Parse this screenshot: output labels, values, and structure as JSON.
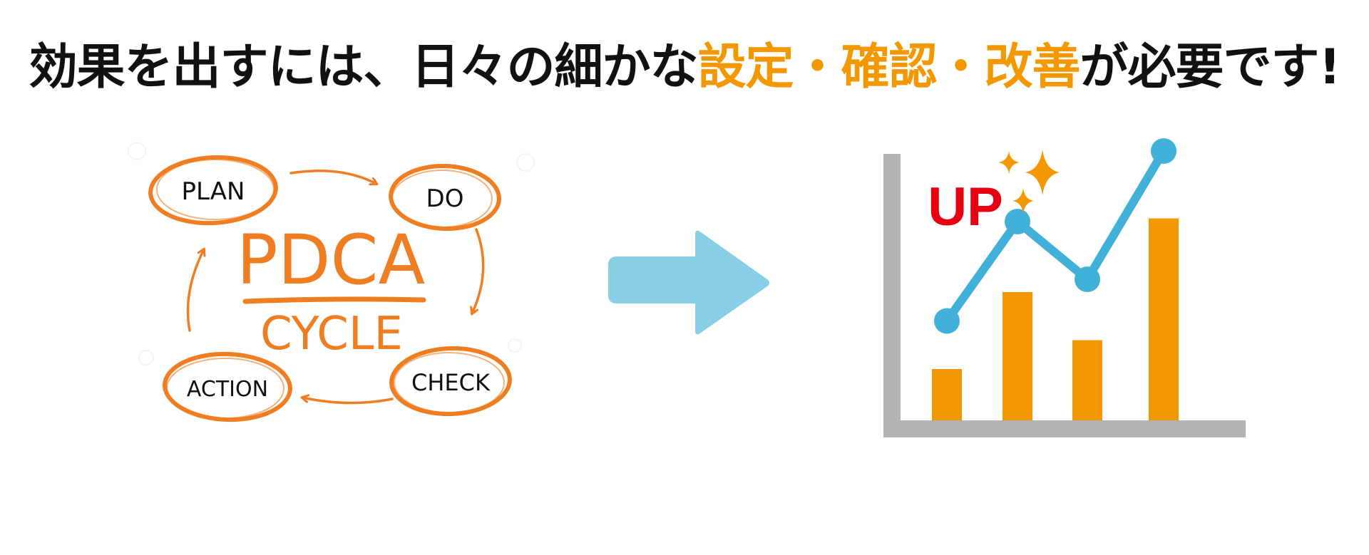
{
  "headline": {
    "part1": "効果を出すには、日々の細かな",
    "highlight1": "設定",
    "dot1": "・",
    "highlight2": "確認",
    "dot2": "・",
    "highlight3": "改善",
    "part2": "が必要です!"
  },
  "pdca": {
    "title": "PDCA",
    "subtitle": "CYCLE",
    "steps": {
      "plan": "PLAN",
      "do": "DO",
      "check": "CHECK",
      "action": "ACTION"
    }
  },
  "result": {
    "badge": "UP",
    "bar_values": [
      1.6,
      4.0,
      2.5,
      6.3
    ],
    "line_values": [
      3.1,
      6.2,
      4.4,
      8.4
    ]
  },
  "colors": {
    "orange": "#f39800",
    "pdca_orange": "#ef7d22",
    "arrow_blue": "#88cfe5",
    "line_blue": "#41b1d9",
    "axis_gray": "#b3b3b3",
    "up_red": "#e60012",
    "text_dark": "#111111"
  },
  "icons": [
    "arrow-right-icon",
    "sparkle-icon"
  ]
}
